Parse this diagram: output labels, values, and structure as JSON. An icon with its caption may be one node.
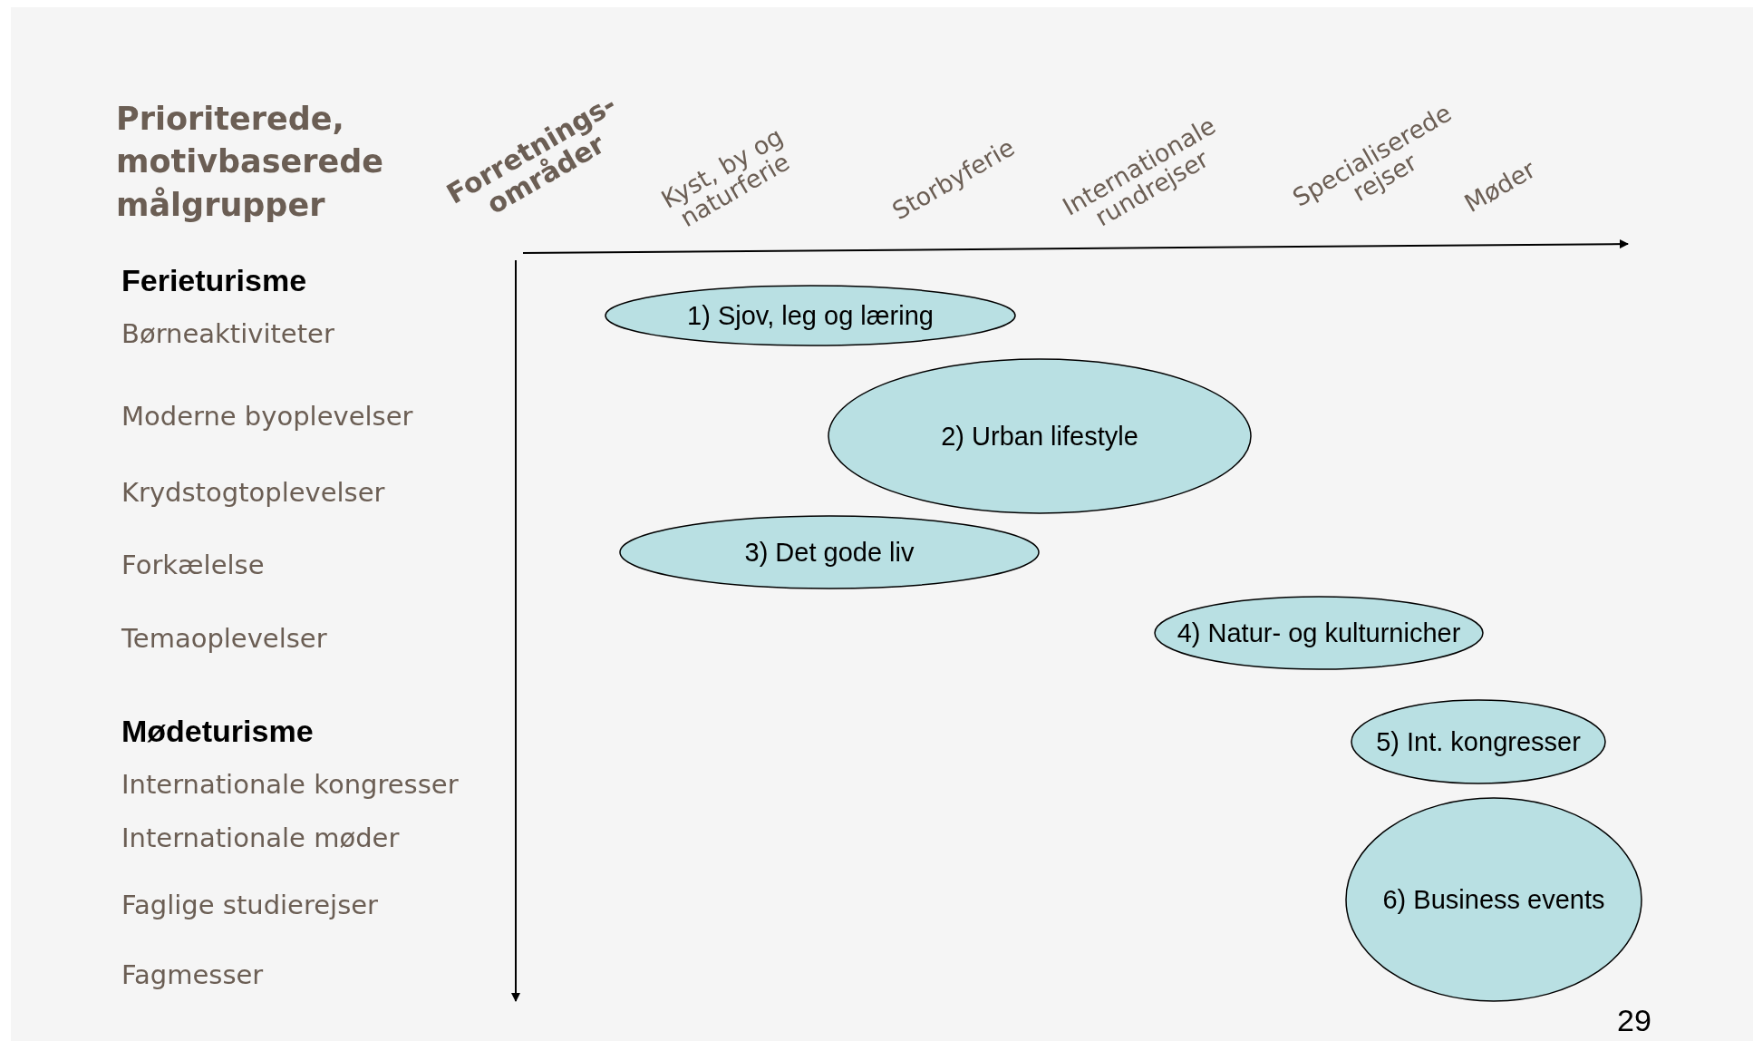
{
  "diagram": {
    "title": "Prioriterede, motivbaserede målgrupper",
    "nodes": [
      {
        "text": [
          "1) Sjov, leg og læring"
        ]
      },
      {
        "text": [
          "2) Urban lifestyle"
        ]
      },
      {
        "text": [
          "3) Det gode liv"
        ]
      },
      {
        "text": [
          "4) Natur- og kulturnicher"
        ]
      },
      {
        "text": [
          "5) Int. kongresser"
        ]
      },
      {
        "text": [
          "6) Business events"
        ]
      }
    ],
    "labels": [
      "Forretnings- områder",
      "Kyst, by og naturferie",
      "Storbyferie",
      "Internationale rundrejser",
      "Specialiserede rejser",
      "Møder",
      "Ferieturisme",
      "Børneaktiviteter",
      "Moderne byoplevelser",
      "Krydstogtoplevelser",
      "Forkælelse",
      "Temaoplevelser",
      "Mødeturisme",
      "Internationale kongresser",
      "Internationale møder",
      "Faglige studierejser",
      "Fagmesser",
      "29"
    ]
  }
}
